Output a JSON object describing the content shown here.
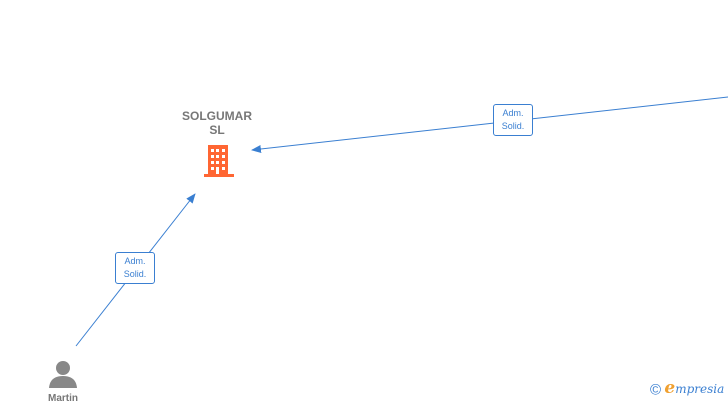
{
  "company": {
    "name_line1": "SOLGUMAR",
    "name_line2": "SL",
    "icon": "building-icon",
    "icon_color": "#ff6633"
  },
  "person": {
    "name": "Martin",
    "icon": "person-icon",
    "icon_color": "#888888"
  },
  "edges": [
    {
      "line1": "Adm.",
      "line2": "Solid."
    },
    {
      "line1": "Adm.",
      "line2": "Solid."
    }
  ],
  "edge_color": "#3a7fd1",
  "brand": {
    "copyright": "©",
    "e_letter": "e",
    "rest": "mpresia"
  }
}
